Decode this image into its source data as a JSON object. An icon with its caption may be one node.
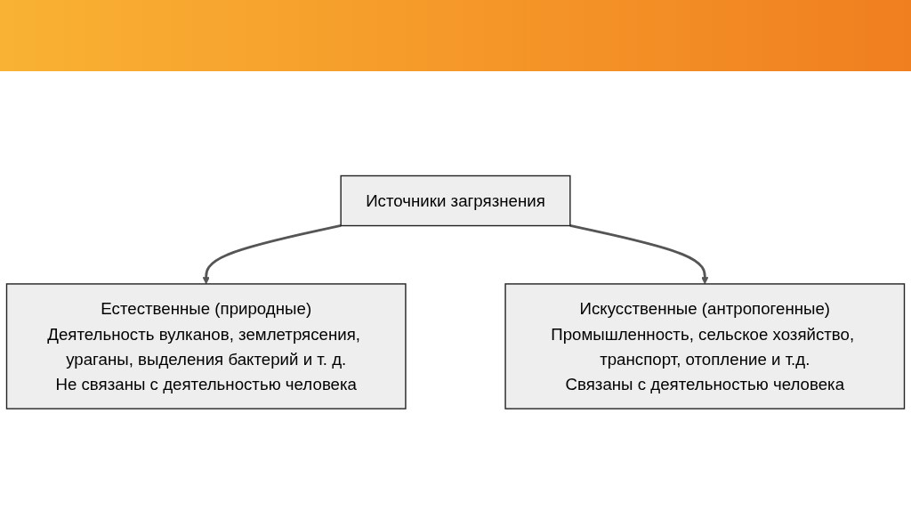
{
  "diagram": {
    "nodes": [
      {
        "text": [
          "Источники загрязнения"
        ]
      },
      {
        "text": [
          "Естественные (природные)",
          "Деятельность вулканов, землетрясения, ураганы, выделения бактерий и т. д.",
          "Не связаны с деятельностью человека"
        ]
      },
      {
        "text": [
          "Искусственные (антропогенные)",
          "Промышленность, сельское хозяйство, транспорт, отопление и т.д.",
          "Связаны с деятельностью человека"
        ]
      }
    ],
    "edges": [
      {
        "from": 0,
        "to": 1,
        "arrow": "to"
      },
      {
        "from": 0,
        "to": 2,
        "arrow": "to"
      }
    ]
  }
}
